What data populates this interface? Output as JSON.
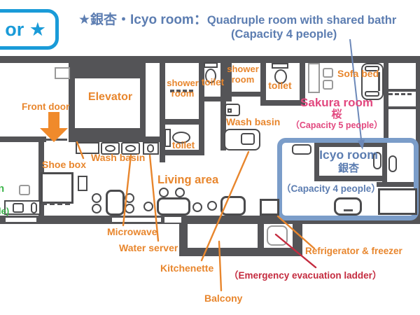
{
  "header": {
    "floor_badge_fragment": "or ★",
    "title_star_jp": "★銀杏・Icyo room：",
    "title_en": "Quadruple room with shared bathr",
    "capacity": "(Capacity 4 people)"
  },
  "labels": {
    "front_door": "Front door",
    "elevator": "Elevator",
    "shower_room_left": "shower\nroom",
    "shower_room_mid": "shower\nroom",
    "toilet_top": "toilet",
    "toilet_mid": "toilet",
    "toilet_right": "toilet",
    "shoe_box": "Shoe box",
    "wash_basin_entrance": "Wash basin",
    "wash_basin_middle": "Wash basin",
    "living_area": "Living area",
    "microwave": "Microwave",
    "water_server": "Water server",
    "kitchenette": "Kitchenette",
    "balcony": "Balcony",
    "sofa_bed": "Sofa bed",
    "refrigerator": "Refrigerator & freezer",
    "emergency_ladder": "（Emergency evacuation ladder）"
  },
  "rooms": {
    "sakura": {
      "name": "Sakura room",
      "kanji": "桜",
      "capacity": "（Capacity 5 people）"
    },
    "icyo": {
      "name": "Icyo room",
      "kanji": "銀杏",
      "capacity": "（Capacity 4 people）"
    },
    "green_room": {
      "fragment_top": "n",
      "fragment_bottom": "le)"
    }
  },
  "colors": {
    "label_orange": "#E8862D",
    "title_blue": "#5C7DB1",
    "badge_cyan": "#1A9BD8",
    "sakura_pink": "#E2487F",
    "alert_red": "#C42B3F",
    "room_green": "#3DB54B",
    "wall_gray": "#545457",
    "icyo_highlight_blue": "#7B9DC9"
  }
}
